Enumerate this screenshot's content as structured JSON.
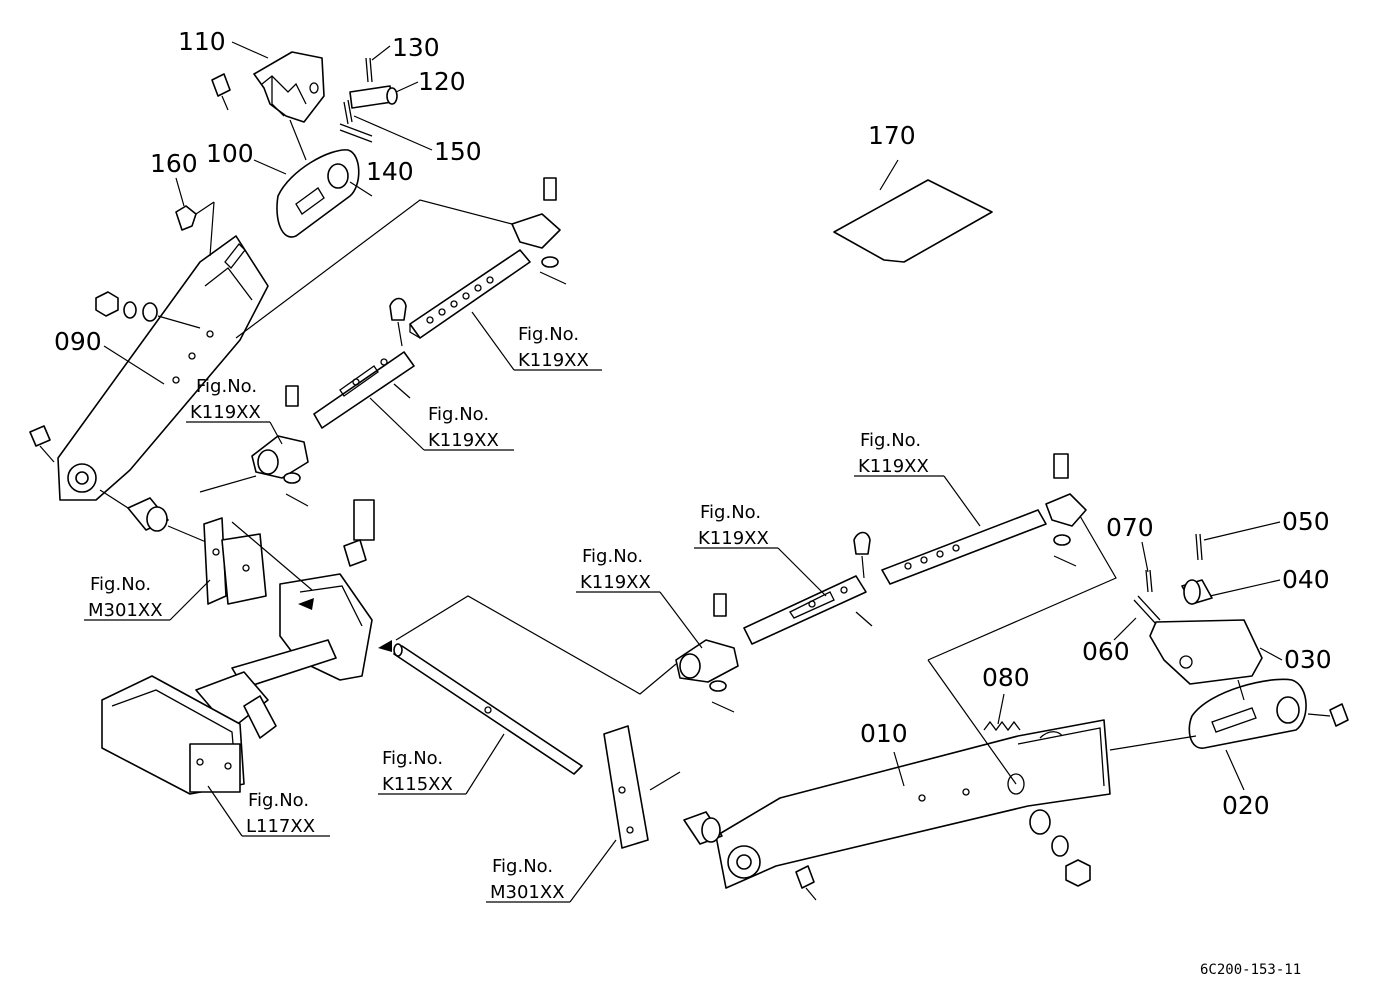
{
  "parts": {
    "p010": "010",
    "p020": "020",
    "p030": "030",
    "p040": "040",
    "p050": "050",
    "p060": "060",
    "p070": "070",
    "p080": "080",
    "p090": "090",
    "p100": "100",
    "p110": "110",
    "p120": "120",
    "p130": "130",
    "p140": "140",
    "p150": "150",
    "p160": "160",
    "p170": "170"
  },
  "refs": {
    "fig_label": "Fig.No.",
    "k119": "K119XX",
    "k115": "K115XX",
    "m301": "M301XX",
    "l117": "L117XX"
  },
  "drawing_code": "6C200-153-11"
}
